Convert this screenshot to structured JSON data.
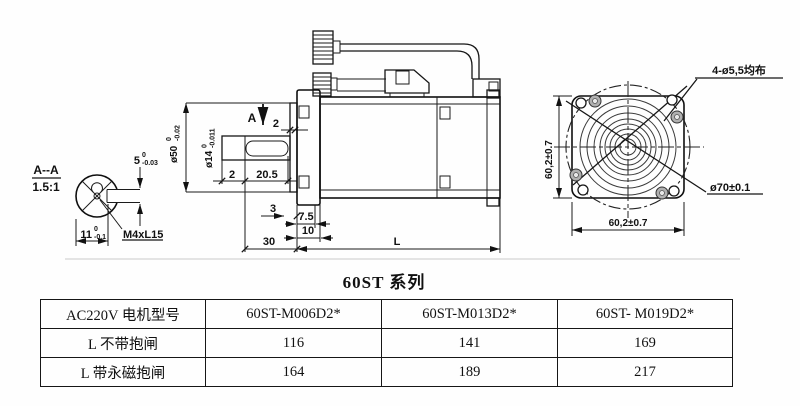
{
  "title": "60ST 系列",
  "section": {
    "name": "A--A",
    "scale": "1.5:1",
    "thread": "M4xL15",
    "key_width": {
      "v": "5",
      "t": "0",
      "b": "-0.03"
    },
    "flat": {
      "v": "11",
      "t": "0",
      "b": "-0.1"
    }
  },
  "side": {
    "arrow": "A",
    "boss_len": "2",
    "pilot": {
      "v": "ø50",
      "t": "0",
      "b": "-0.02"
    },
    "shaft": {
      "v": "ø14",
      "t": "0",
      "b": "-0.011"
    },
    "key_offset": "2",
    "key_len": "20.5",
    "d3": "3",
    "d75": "7.5",
    "d10": "10",
    "d30": "30",
    "len": "L"
  },
  "front": {
    "holes": "4-ø5,5均布",
    "bolt_circle": "ø70±0.1",
    "width": "60,2±0.7",
    "height": "60,2±0.7"
  },
  "table": {
    "headers": [
      "AC220V 电机型号",
      "60ST-M006D2*",
      "60ST-M013D2*",
      "60ST- M019D2*"
    ],
    "rows": [
      [
        "L 不带抱闸",
        "116",
        "141",
        "169"
      ],
      [
        "L 带永磁抱闸",
        "164",
        "189",
        "217"
      ]
    ]
  }
}
